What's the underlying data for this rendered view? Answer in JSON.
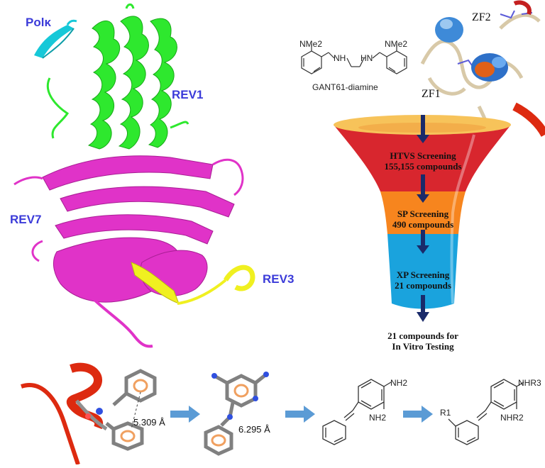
{
  "proteins": {
    "polk": "Polκ",
    "rev1": "REV1",
    "rev7": "REV7",
    "rev3": "REV3"
  },
  "zinc_fingers": {
    "zf1": "ZF1",
    "zf2": "ZF2"
  },
  "ligand": {
    "name": "GANT61-diamine",
    "nme2_left": "NMe2",
    "nme2_right": "NMe2",
    "nh": "NH",
    "hn": "HN"
  },
  "funnel": {
    "stages": [
      {
        "title": "HTVS Screening",
        "count": "155,155 compounds",
        "color": "#d8262e"
      },
      {
        "title": "SP Screening",
        "count": "490 compounds",
        "color": "#f7851e"
      },
      {
        "title": "XP Screening",
        "count": "21 compounds",
        "color": "#1aa3dd"
      }
    ],
    "rim_color": "#f7c35a",
    "result_line1": "21 compounds for",
    "result_line2": "In Vitro Testing"
  },
  "bottom": {
    "distance1": "5.309 Å",
    "distance2": "6.295 Å",
    "nh2_top": "NH2",
    "nh2_bottom": "NH2",
    "r1": "R1",
    "nhr3": "NHR3",
    "nhr2": "NHR2",
    "arrow_color": "#5b9bd5"
  },
  "colors": {
    "rev1_green": "#2ee82e",
    "rev7_magenta": "#e033c8",
    "rev3_yellow": "#f0f020",
    "polk_cyan": "#16c8d8",
    "helix_red": "#dd2a10"
  }
}
